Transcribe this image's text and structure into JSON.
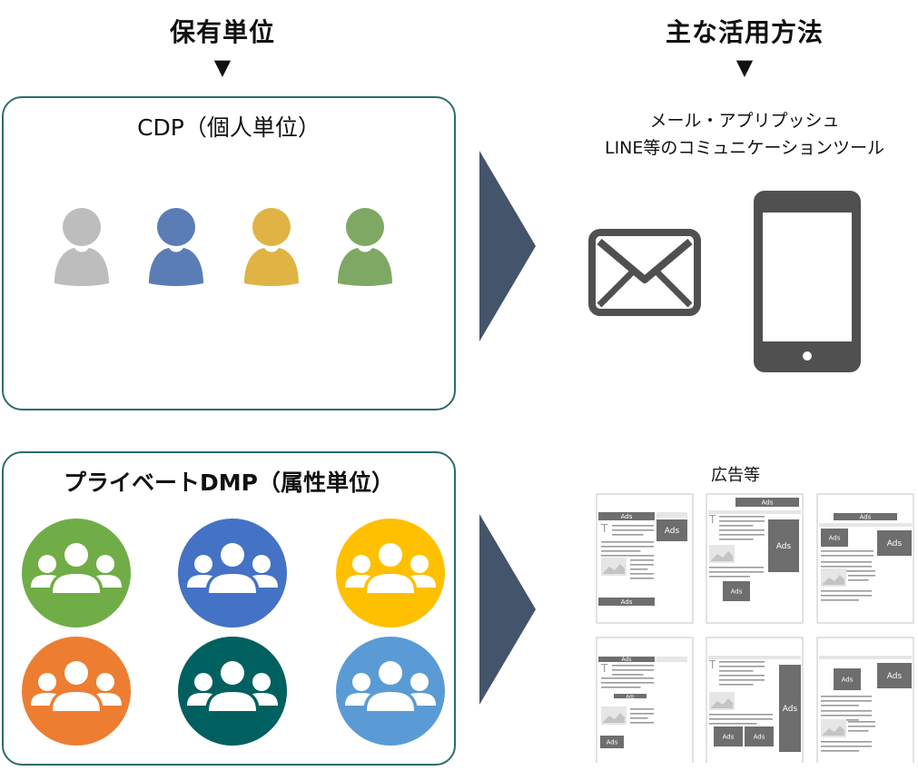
{
  "headers": {
    "left": "保有単位",
    "right": "主な活用方法",
    "arrow_glyph": "▼"
  },
  "cdp": {
    "title": "CDP（個人単位）",
    "person_colors": [
      "#bdbdbd",
      "#5b7db6",
      "#dfb445",
      "#7ea863"
    ]
  },
  "dmp": {
    "title": "プライベートDMP（属性単位）",
    "group_colors": [
      "#70ad47",
      "#4472c4",
      "#ffc000",
      "#ed7d31",
      "#006060",
      "#5b9bd5"
    ]
  },
  "usage_top": {
    "line1": "メール・アプリプッシュ",
    "line2": "LINE等のコミュニケーションツール",
    "icons": [
      "envelope-icon",
      "smartphone-icon"
    ]
  },
  "usage_bottom": {
    "label": "広告等",
    "ad_label": "Ads"
  },
  "colors": {
    "panel_border": "#2f6b6b",
    "big_arrow": "#44546a",
    "device_gray": "#505050"
  }
}
